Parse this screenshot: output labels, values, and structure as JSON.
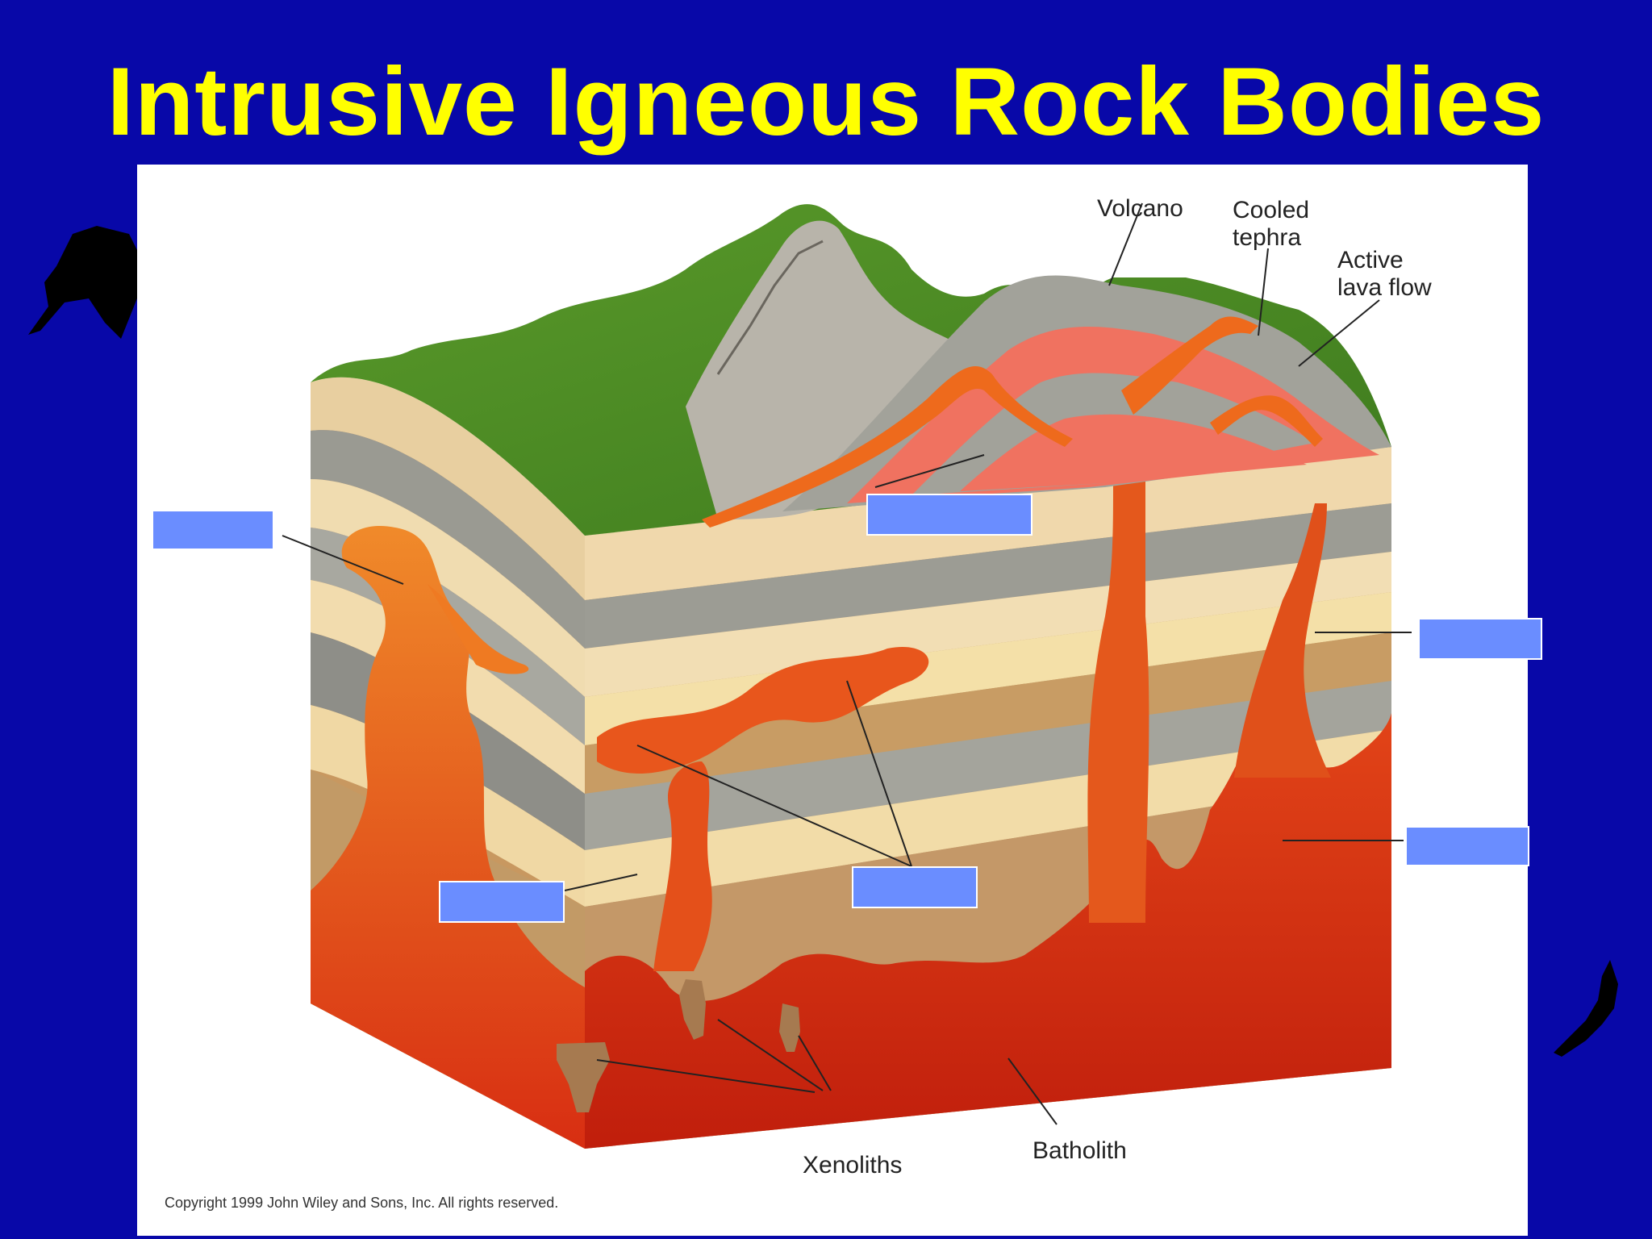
{
  "slide": {
    "title": "Intrusive Igneous Rock Bodies"
  },
  "diagram": {
    "labels": {
      "volcano": "Volcano",
      "cooled_tephra": "Cooled\ntephra",
      "active_lava_flow": "Active\nlava flow",
      "xenoliths": "Xenoliths",
      "batholith": "Batholith"
    },
    "copyright": "Copyright 1999 John Wiley and Sons, Inc. All rights reserved.",
    "blank_label_count": 6,
    "colors": {
      "magma": "#e8501a",
      "batholith": "#d42a10",
      "background": "#0808a8",
      "title": "#ffff00",
      "blank_box": "#6a8dff"
    }
  }
}
